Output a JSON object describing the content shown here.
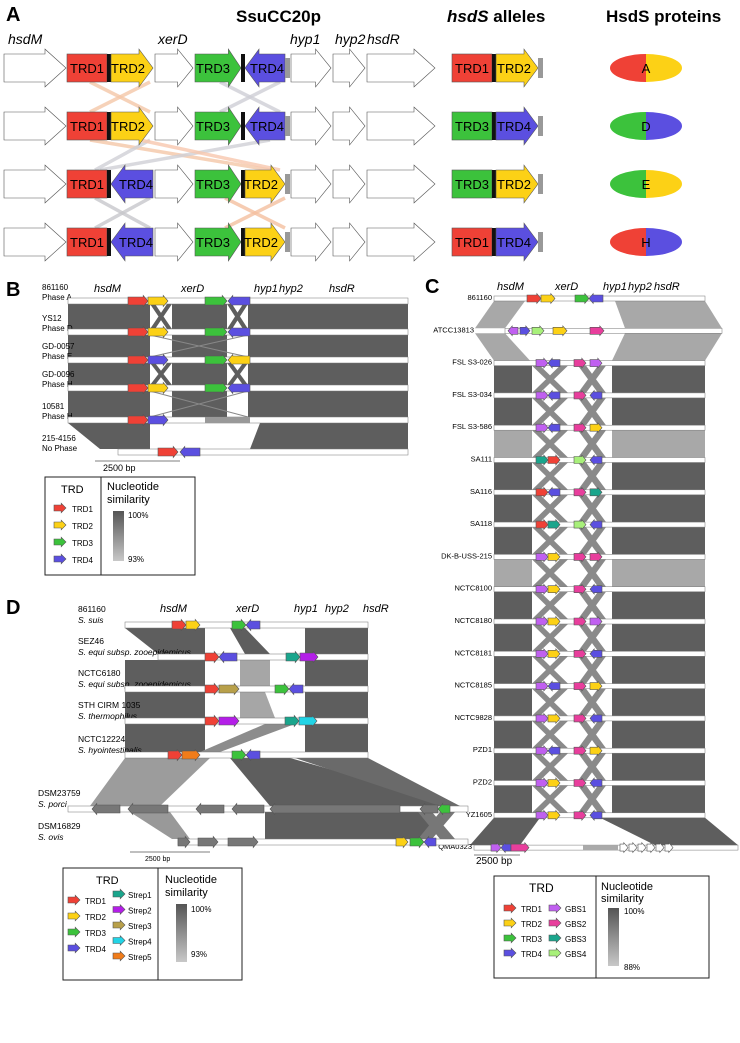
{
  "panel_a": {
    "label": "A",
    "header_main": "SsuCC20p",
    "header_alleles_italic": "hsdS",
    "header_alleles_rest": " alleles",
    "header_proteins": "HsdS proteins",
    "genes": [
      "hsdM",
      "xerD",
      "hyp1",
      "hyp2",
      "hsdR"
    ],
    "rows": [
      {
        "left": [
          "TRD1",
          "TRD2"
        ],
        "right": [
          "TRD3",
          "TRD4"
        ],
        "allele": [
          "TRD1",
          "TRD2"
        ],
        "protein": "A"
      },
      {
        "left": [
          "TRD1",
          "TRD2"
        ],
        "right": [
          "TRD3",
          "TRD4"
        ],
        "allele": [
          "TRD3",
          "TRD4"
        ],
        "protein": "D"
      },
      {
        "left": [
          "TRD1",
          "TRD4"
        ],
        "right": [
          "TRD3",
          "TRD2"
        ],
        "allele": [
          "TRD3",
          "TRD2"
        ],
        "protein": "E"
      },
      {
        "left": [
          "TRD1",
          "TRD4"
        ],
        "right": [
          "TRD3",
          "TRD2"
        ],
        "allele": [
          "TRD1",
          "TRD4"
        ],
        "protein": "H"
      }
    ]
  },
  "panel_b": {
    "label": "B",
    "genes": [
      "hsdM",
      "xerD",
      "hyp1",
      "hyp2",
      "hsdR"
    ],
    "strains": [
      {
        "name": "861160",
        "sub": "Phase A"
      },
      {
        "name": "YS12",
        "sub": "Phase D"
      },
      {
        "name": "GD-0057",
        "sub": "Phase E"
      },
      {
        "name": "GD-0096",
        "sub": "Phase H"
      },
      {
        "name": "10581",
        "sub": "Phase H"
      },
      {
        "name": "215-4156",
        "sub": "No Phase"
      }
    ],
    "scale": "2500 bp",
    "legend": {
      "trd_title": "TRD",
      "items": [
        "TRD1",
        "TRD2",
        "TRD3",
        "TRD4"
      ],
      "sim_title_1": "Nucleotide",
      "sim_title_2": "similarity",
      "max": "100%",
      "min": "93%"
    }
  },
  "panel_c": {
    "label": "C",
    "genes": [
      "hsdM",
      "xerD",
      "hyp1",
      "hyp2",
      "hsdR"
    ],
    "strains": [
      "861160",
      "ATCC13813",
      "FSL S3-026",
      "FSL S3-034",
      "FSL S3-586",
      "SA111",
      "SA116",
      "SA118",
      "DK-B-USS-215",
      "NCTC8100",
      "NCTC8180",
      "NCTC8181",
      "NCTC8185",
      "NCTC9828",
      "PZD1",
      "PZD2",
      "YZ1605",
      "QMA0323"
    ],
    "scale": "2500 bp",
    "legend": {
      "trd_title": "TRD",
      "items_left": [
        "TRD1",
        "TRD2",
        "TRD3",
        "TRD4"
      ],
      "items_right": [
        "GBS1",
        "GBS2",
        "GBS3",
        "GBS4"
      ],
      "sim_title_1": "Nucleotide",
      "sim_title_2": "similarity",
      "max": "100%",
      "min": "88%"
    }
  },
  "panel_d": {
    "label": "D",
    "genes": [
      "hsdM",
      "xerD",
      "hyp1",
      "hyp2",
      "hsdR"
    ],
    "strains": [
      {
        "name": "861160",
        "sub": "S. suis"
      },
      {
        "name": "SEZ46",
        "sub": "S. equi subsp. zooepidemicus"
      },
      {
        "name": "NCTC6180",
        "sub": "S. equi subsp. zooepidemicus"
      },
      {
        "name": "STH CIRM 1035",
        "sub": "S. thermophilus"
      },
      {
        "name": "NCTC12224",
        "sub": "S. hyointestinalis"
      },
      {
        "name": "DSM23759",
        "sub": "S. porci"
      },
      {
        "name": "DSM16829",
        "sub": "S. ovis"
      }
    ],
    "scale": "2500 bp",
    "legend": {
      "trd_title": "TRD",
      "items_left": [
        "TRD1",
        "TRD2",
        "TRD3",
        "TRD4"
      ],
      "items_right": [
        "Strep1",
        "Strep2",
        "Strep3",
        "Strep4",
        "Strep5"
      ],
      "sim_title_1": "Nucleotide",
      "sim_title_2": "similarity",
      "max": "100%",
      "min": "93%"
    }
  },
  "colors": {
    "TRD1": "#ef4136",
    "TRD2": "#fcd116",
    "TRD3": "#3cc23c",
    "TRD4": "#5b4fe0",
    "GBS1": "#c060f0",
    "GBS2": "#e83e9c",
    "GBS3": "#1aa58c",
    "GBS4": "#a8f07a",
    "Strep1": "#1aa58c",
    "Strep2": "#b41ee8",
    "Strep3": "#b8a04a",
    "Strep4": "#22d4e6",
    "Strep5": "#f07c1a",
    "band": "#5e5e5e",
    "band_light": "#a8a8a8"
  }
}
